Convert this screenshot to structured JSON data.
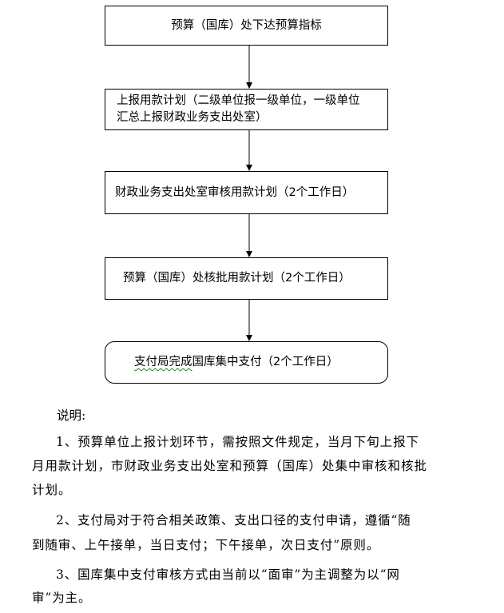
{
  "flowchart": {
    "steps": [
      {
        "text": "预算（国库）处下达预算指标"
      },
      {
        "line1": "上报用款计划（二级单位报一级单位，一级单位",
        "line2": "汇总上报财政业务支出处室）"
      },
      {
        "text": "财政业务支出处室审核用款计划（2个工作日）"
      },
      {
        "text": "预算（国库）处核批用款计划（2个工作日）"
      },
      {
        "text_underlined": "支付局完成",
        "text_rest": "国库集中支付（2个工作日）"
      }
    ]
  },
  "notes": {
    "heading": "说明:",
    "items": [
      {
        "lines": [
          "1、预算单位上报计划环节，需按照文件规定，当月下旬上报下",
          "月用款计划，市财政业务支出处室和预算（国库）处集中审核和核批",
          "计划。"
        ]
      },
      {
        "lines": [
          "2、支付局对于符合相关政策、支出口径的支付申请，遵循“随",
          "到随审、上午接单，当日支付；下午接单，次日支付”原则。"
        ]
      },
      {
        "lines": [
          "3、国库集中支付审核方式由当前以“面审”为主调整为以“网",
          "审”为主。"
        ]
      }
    ]
  }
}
